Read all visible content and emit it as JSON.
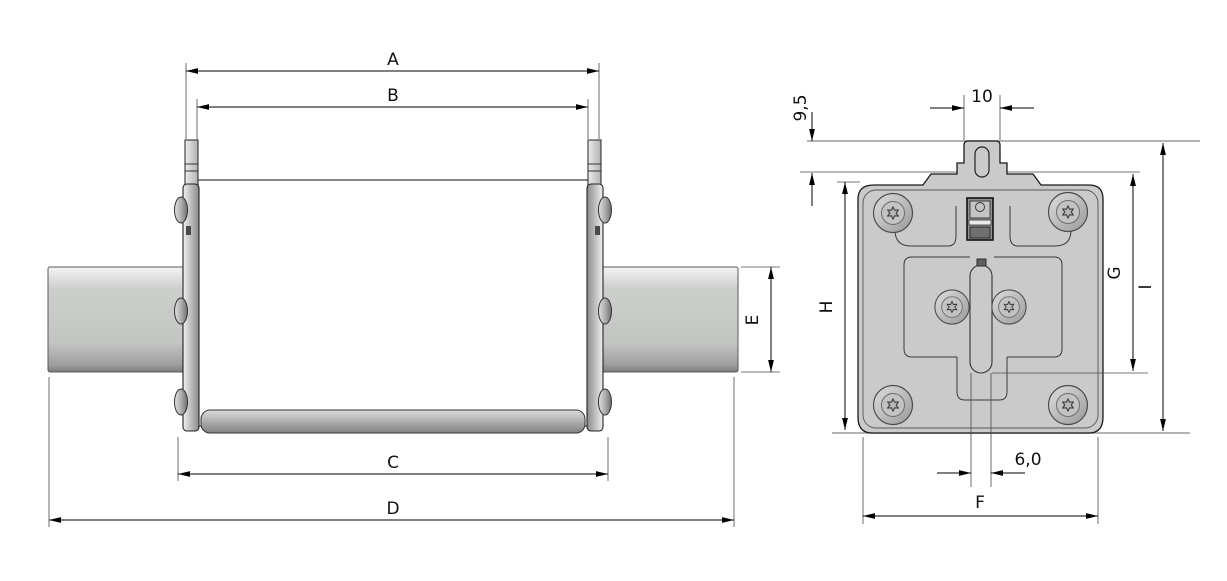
{
  "front_view": {
    "dim_a": "A",
    "dim_b": "B",
    "dim_c": "C",
    "dim_d": "D",
    "dim_e": "E"
  },
  "side_view": {
    "dim_f": "F",
    "dim_g": "G",
    "dim_h": "H",
    "dim_i": "I",
    "lug_height": "9,5",
    "lug_width": "10",
    "slot_width": "6,0"
  },
  "colors": {
    "line": "#1a1a1a",
    "dimension_line": "#000000",
    "reference_line": "#9a9a9a",
    "ceramic_body": "#ffffff",
    "metal_light": "#ececec",
    "metal_mid": "#c6c8c6",
    "metal_dark": "#8a8a8a",
    "face_fill": "#cacaca",
    "background": "#ffffff"
  }
}
